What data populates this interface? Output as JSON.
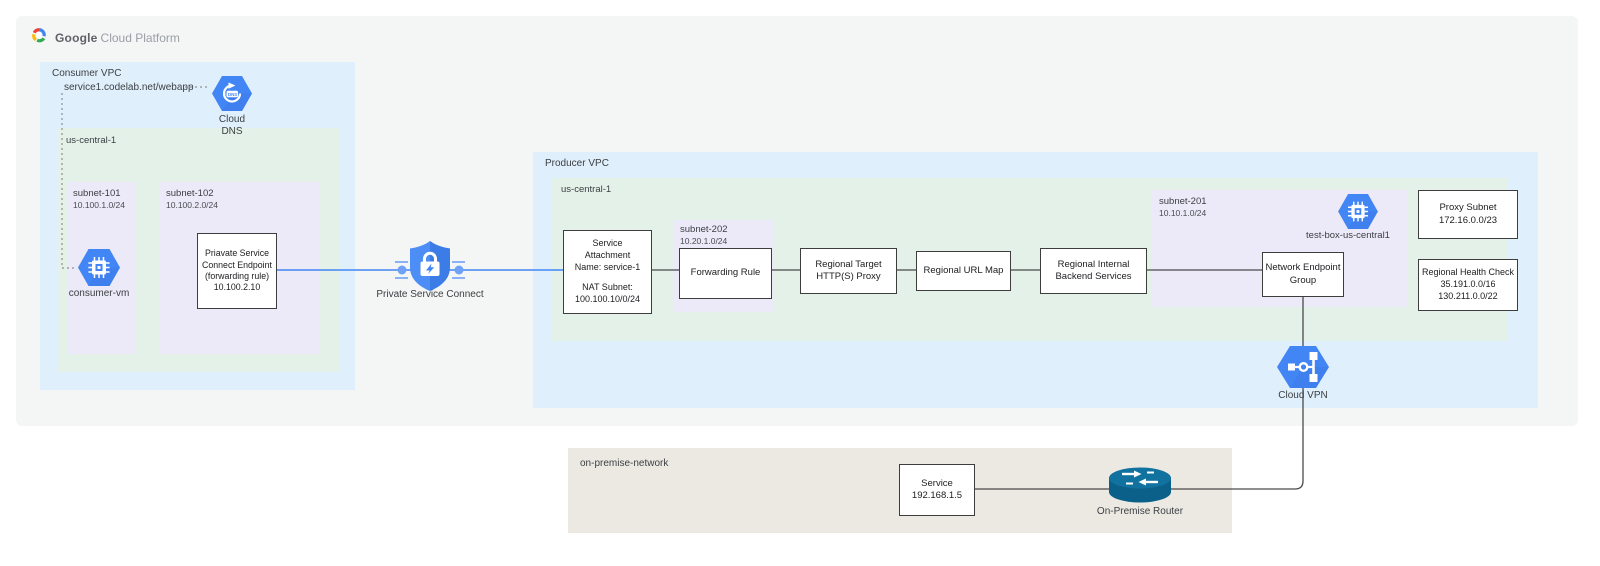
{
  "gcp_logo": {
    "brand": "Google",
    "brand_suffix": "Cloud Platform"
  },
  "consumer": {
    "label": "Consumer VPC",
    "dns_record": "service1.codelab.net/webapp",
    "dns_icon_label_1": "Cloud",
    "dns_icon_label_2": "DNS",
    "region_label": "us-central-1",
    "subnet101_name": "subnet-101",
    "subnet101_cidr": "10.100.1.0/24",
    "vm_label": "consumer-vm",
    "subnet102_name": "subnet-102",
    "subnet102_cidr": "10.100.2.0/24",
    "endpoint_lines": [
      "Priavate Service",
      "Connect Endpoint",
      "(forwarding rule)",
      "10.100.2.10"
    ]
  },
  "psc": {
    "label": "Private Service Connect"
  },
  "producer": {
    "label": "Producer VPC",
    "region_label": "us-central-1",
    "service_attachment_lines": [
      "Service",
      "Attachment",
      "Name: service-1",
      "NAT Subnet:",
      "100.100.10/0/24"
    ],
    "subnet202_name": "subnet-202",
    "subnet202_cidr": "10.20.1.0/24",
    "forwarding_rule": "Forwarding Rule",
    "proxy_lines": [
      "Regional Target",
      "HTTP(S) Proxy"
    ],
    "url_map": "Regional URL Map",
    "backend_lines": [
      "Regional Internal",
      "Backend Services"
    ],
    "subnet201_name": "subnet-201",
    "subnet201_cidr": "10.10.1.0/24",
    "test_box_label": "test-box-us-central1",
    "neg_lines": [
      "Network Endpoint",
      "Group"
    ],
    "proxy_subnet_lines": [
      "Proxy Subnet",
      "172.16.0.0/23"
    ],
    "health_check_lines": [
      "Regional Health Check",
      "35.191.0.0/16",
      "130.211.0.0/22"
    ],
    "vpn_label": "Cloud VPN"
  },
  "onprem": {
    "label": "on-premise-network",
    "service_lines": [
      "Service",
      "192.168.1.5"
    ],
    "router_label": "On-Premise Router"
  },
  "colors": {
    "panel_fill": "#f4f5f5",
    "vpc_fill": "#e0effc",
    "region_fill": "#e3f1e8",
    "subnet_fill": "#ece9f8",
    "onprem_fill": "#ece9e3",
    "icon_blue": "#4285f4",
    "line_blue": "#4285f4",
    "line_dark": "#4a4a4a",
    "router_teal": "#0f6b97"
  }
}
